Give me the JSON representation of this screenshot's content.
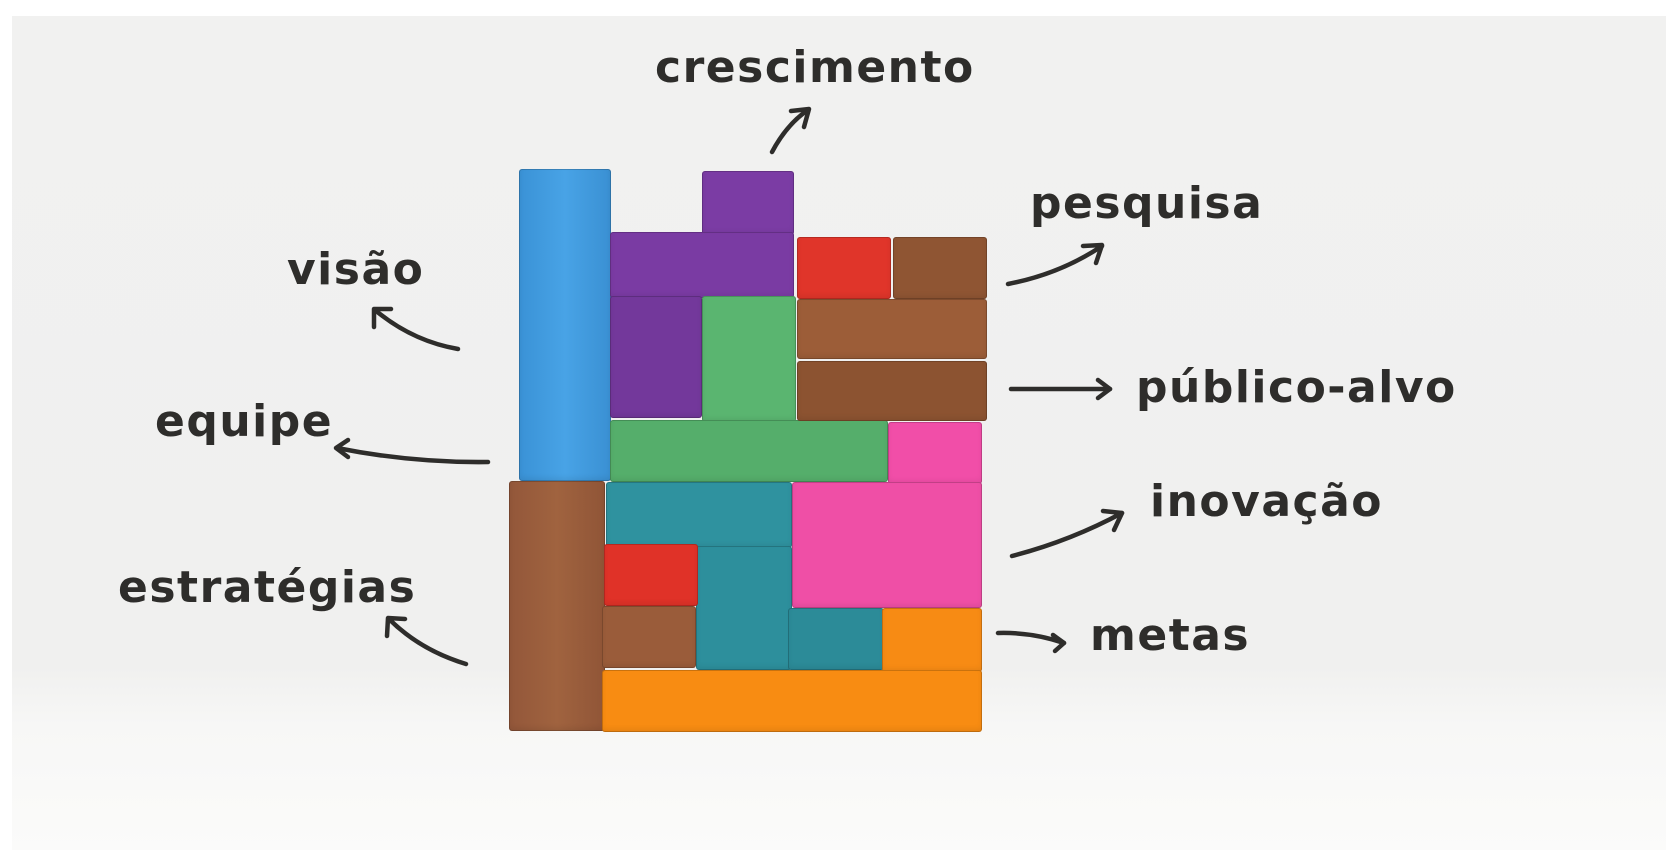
{
  "labels": {
    "crescimento": "crescimento",
    "pesquisa": "pesquisa",
    "visao": "visão",
    "publico_alvo": "público-alvo",
    "equipe": "equipe",
    "inovacao": "inovação",
    "estrategias": "estratégias",
    "metas": "metas"
  },
  "colors": {
    "background": "#f0f0ef",
    "text": "#2e2d2b",
    "blue": "#3f9be0",
    "purple": "#7a3ba3",
    "green": "#56b06c",
    "red": "#e03228",
    "brown": "#9a5a37",
    "pink": "#ef4fa6",
    "teal": "#2d8f9c",
    "orange": "#f78b14"
  }
}
